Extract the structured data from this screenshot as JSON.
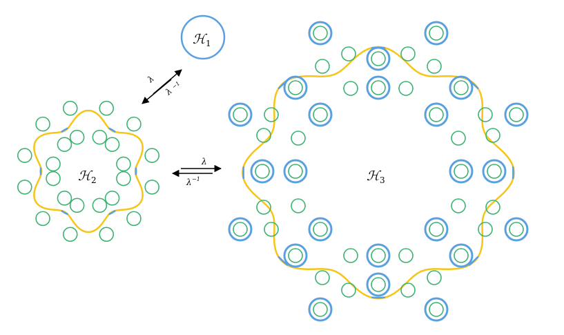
{
  "labels": {
    "h1": {
      "main": "ℋ",
      "sub": "1"
    },
    "h2": {
      "main": "ℋ",
      "sub": "2"
    },
    "h3": {
      "main": "ℋ",
      "sub": "3"
    },
    "diag_arrow": {
      "top": "λ",
      "bottom": "λ",
      "bottom_sup": "−1"
    },
    "horiz_arrow": {
      "top": "λ",
      "bottom": "λ",
      "bottom_sup": "−1"
    }
  },
  "colors": {
    "blue": "#5aa0e0",
    "green": "#3cb371",
    "yellow": "#f5c518",
    "arrow": "#000000"
  }
}
